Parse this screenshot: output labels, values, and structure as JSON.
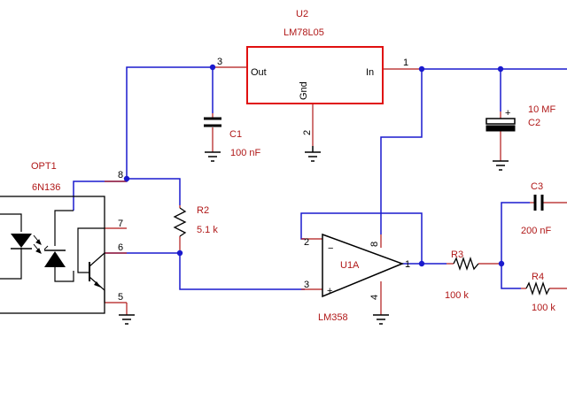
{
  "colors": {
    "wire": "#1a1acd",
    "component": "#b01818",
    "ic_box": "#e01010",
    "black": "#000000"
  },
  "u2": {
    "ref": "U2",
    "part": "LM78L05",
    "pin_out_label": "Out",
    "pin_in_label": "In",
    "pin_gnd_label": "Gnd",
    "pin_out_num": "3",
    "pin_in_num": "1",
    "pin_gnd_num": "2"
  },
  "c1": {
    "ref": "C1",
    "value": "100 nF"
  },
  "c2": {
    "ref": "C2",
    "value": "10 MF",
    "polarity": "+"
  },
  "c3": {
    "ref": "C3",
    "value": "200 nF"
  },
  "r2": {
    "ref": "R2",
    "value": "5.1 k"
  },
  "r3": {
    "ref": "R3",
    "value": "100 k"
  },
  "r4": {
    "ref": "R4",
    "value": "100 k"
  },
  "opt1": {
    "ref": "OPT1",
    "part": "6N136",
    "pin8": "8",
    "pin7": "7",
    "pin6": "6",
    "pin5": "5"
  },
  "u1a": {
    "ref": "U1A",
    "part": "LM358",
    "minus": "−",
    "plus": "+",
    "pin2": "2",
    "pin3": "3",
    "pin1": "1",
    "pin8": "8",
    "pin4": "4"
  }
}
